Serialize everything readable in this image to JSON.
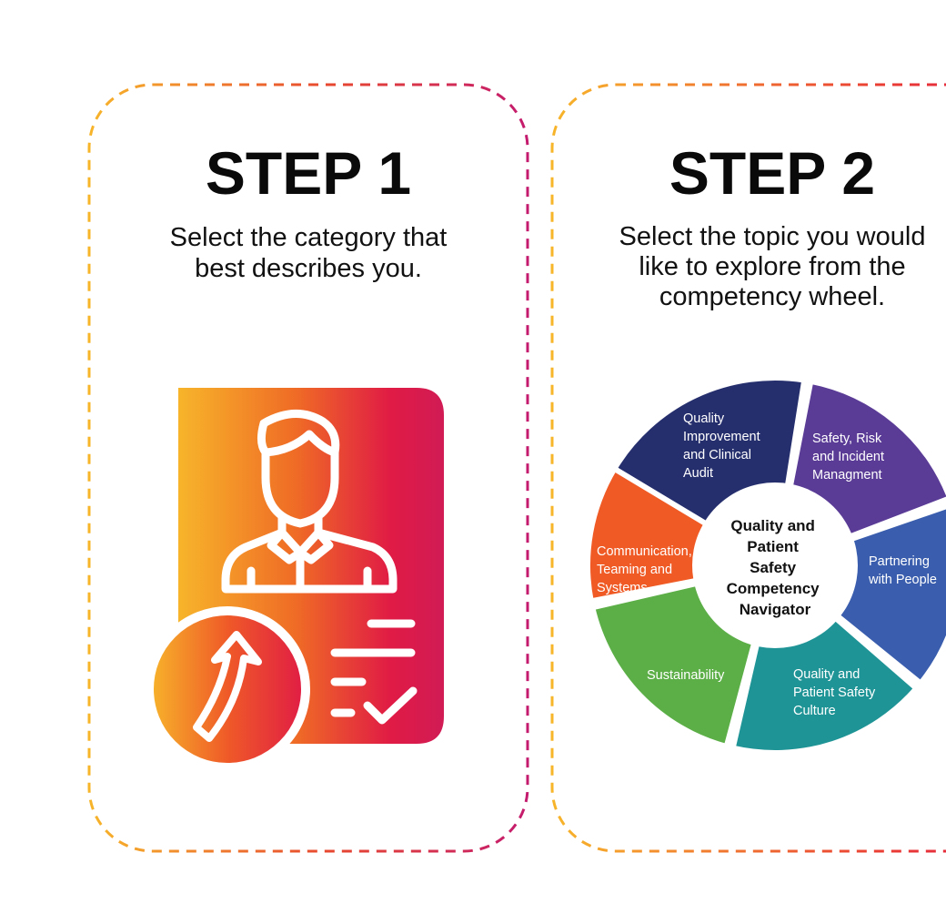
{
  "colors": {
    "gradient_start": "#f7b52a",
    "gradient_mid": "#ef6a26",
    "gradient_end": "#e01b45",
    "gradient_magenta": "#c41b6e"
  },
  "step1": {
    "title": "STEP 1",
    "description_lines": [
      "Select the category that",
      "best describes you."
    ],
    "icon": "person-profile-progress-icon"
  },
  "step2": {
    "title": "STEP 2",
    "description_lines": [
      "Select the topic you would",
      "like to explore from the",
      "competency wheel."
    ],
    "wheel": {
      "center_lines": [
        "Quality and",
        "Patient",
        "Safety",
        "Competency",
        "Navigator"
      ],
      "segments": [
        {
          "label_lines": [
            "Quality",
            "Improvement",
            "and Clinical",
            "Audit"
          ],
          "color": "#262f6e"
        },
        {
          "label_lines": [
            "Safety, Risk",
            "and Incident",
            "Managment"
          ],
          "color": "#5a3b96"
        },
        {
          "label_lines": [
            "Partnering",
            "with People"
          ],
          "color": "#3a5ead"
        },
        {
          "label_lines": [
            "Quality and",
            "Patient Safety",
            "Culture"
          ],
          "color": "#1f9496"
        },
        {
          "label_lines": [
            "Sustainability"
          ],
          "color": "#5cae47"
        },
        {
          "label_lines": [
            "Communication,",
            "Teaming and",
            "Systems"
          ],
          "color": "#ef5a25"
        }
      ]
    }
  }
}
